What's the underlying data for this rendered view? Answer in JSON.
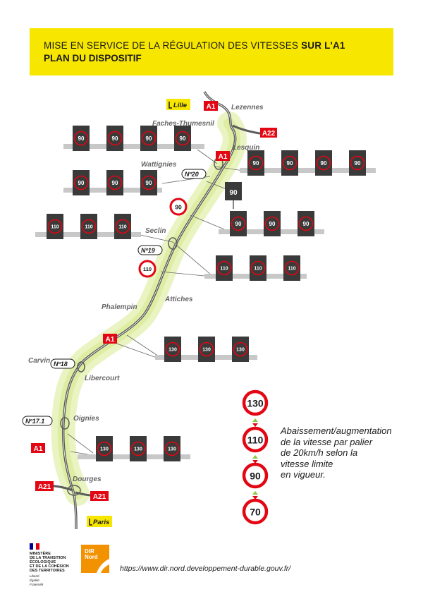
{
  "title": {
    "line1_prefix": "MISE EN SERVICE DE LA RÉGULATION DES VITESSES ",
    "line1_bold": "SUR L'A1",
    "line2": "PLAN DU DISPOSITIF"
  },
  "colors": {
    "banner": "#f7e600",
    "road": "#5c5c5c",
    "corridor": "#d6ea8a",
    "route_badge": "#e30613",
    "sign_ring": "#e30613",
    "panel": "#3a3a3a",
    "gantry": "#c8c8c8"
  },
  "destinations": {
    "north": "Lille",
    "south": "Paris"
  },
  "places": {
    "lezennes": "Lezennes",
    "faches": "Faches-Thumesnil",
    "lesquin": "Lesquin",
    "wattignies": "Wattignies",
    "seclin": "Seclin",
    "attiches": "Attiches",
    "phalempin": "Phalempin",
    "carvin": "Carvin",
    "libercourt": "Libercourt",
    "oignies": "Oignies",
    "dourges": "Dourges"
  },
  "routes": {
    "a1": "A1",
    "a22": "A22",
    "a21": "A21"
  },
  "exits": {
    "e20": "20",
    "e19": "19",
    "e18": "18",
    "e17_1": "17.1"
  },
  "speeds": {
    "s90": "90",
    "s110": "110",
    "s130": "130"
  },
  "legend": {
    "steps": [
      "130",
      "110",
      "90",
      "70"
    ],
    "text_lines": [
      "Abaissement/augmentation",
      "de la vitesse par palier",
      "de 20km/h selon la",
      "vitesse limite",
      "en vigueur."
    ]
  },
  "footer": {
    "ministry_lines": [
      "MINISTÈRE",
      "DE LA TRANSITION",
      "ÉCOLOGIQUE",
      "ET DE LA COHÉSION",
      "DES TERRITOIRES"
    ],
    "motto": [
      "Liberté",
      "Égalité",
      "Fraternité"
    ],
    "dir_logo": [
      "DIR",
      "Nord"
    ],
    "url": "https://www.dir.nord.developpement-durable.gouv.fr/"
  }
}
